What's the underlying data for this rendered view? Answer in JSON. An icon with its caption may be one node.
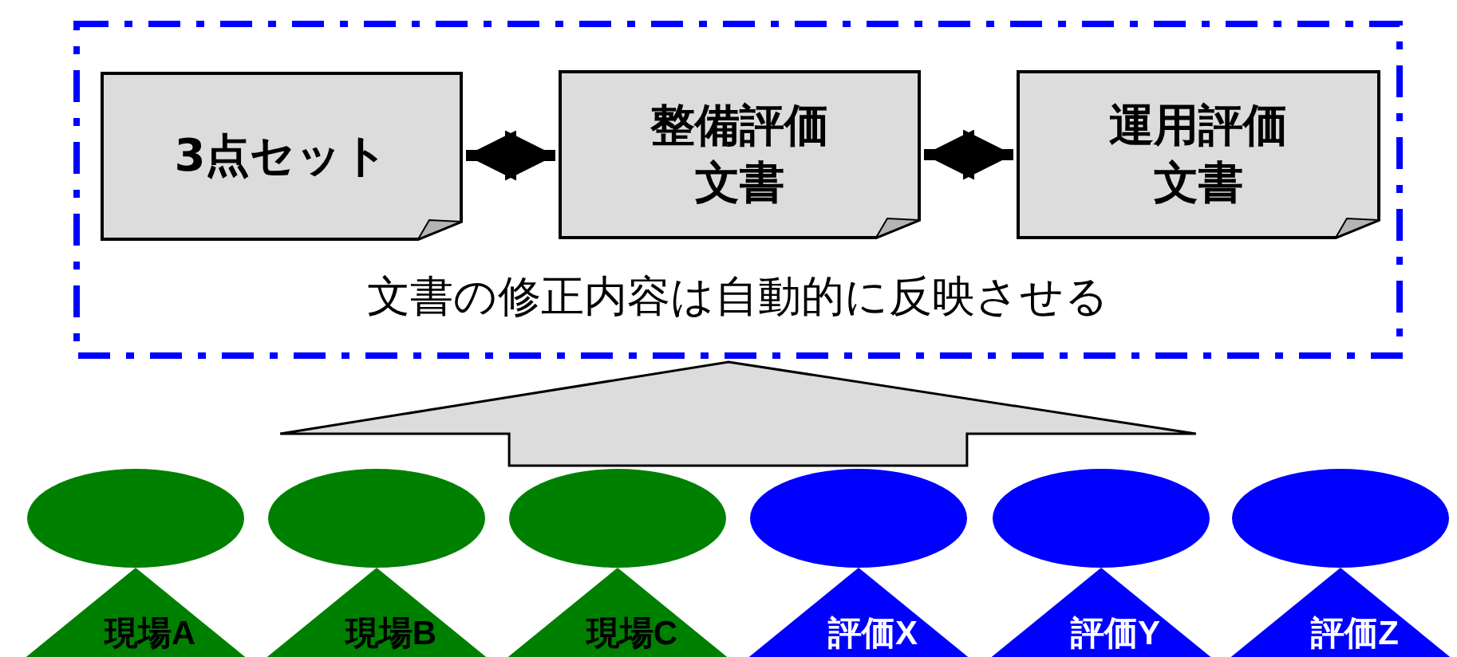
{
  "diagram": {
    "nodes": [
      {
        "text": [
          "文書の修正内容は自動的に反映させる"
        ]
      },
      {
        "text": [
          "3点セット"
        ],
        "in": 0
      },
      {
        "text": [
          "整備評価文書"
        ],
        "in": 0
      },
      {
        "text": [
          "運用評価文書"
        ],
        "in": 0
      },
      {
        "text": [
          "現場A"
        ]
      },
      {
        "text": [
          "現場B"
        ]
      },
      {
        "text": [
          "現場C"
        ]
      },
      {
        "text": [
          "評価X"
        ]
      },
      {
        "text": [
          "評価Y"
        ]
      },
      {
        "text": [
          "評価Z"
        ]
      }
    ],
    "edges": [
      {
        "from": 1,
        "to": 2,
        "arrow": "both"
      },
      {
        "from": 2,
        "to": 3,
        "arrow": "both"
      },
      {
        "from": 4,
        "to": 0,
        "arrow": "to",
        "style": "thick"
      },
      {
        "from": 5,
        "to": 0,
        "arrow": "to",
        "style": "thick"
      },
      {
        "from": 6,
        "to": 0,
        "arrow": "to",
        "style": "thick"
      },
      {
        "from": 7,
        "to": 0,
        "arrow": "to",
        "style": "thick"
      },
      {
        "from": 8,
        "to": 0,
        "arrow": "to",
        "style": "thick"
      },
      {
        "from": 9,
        "to": 0,
        "arrow": "to",
        "style": "thick"
      }
    ]
  }
}
